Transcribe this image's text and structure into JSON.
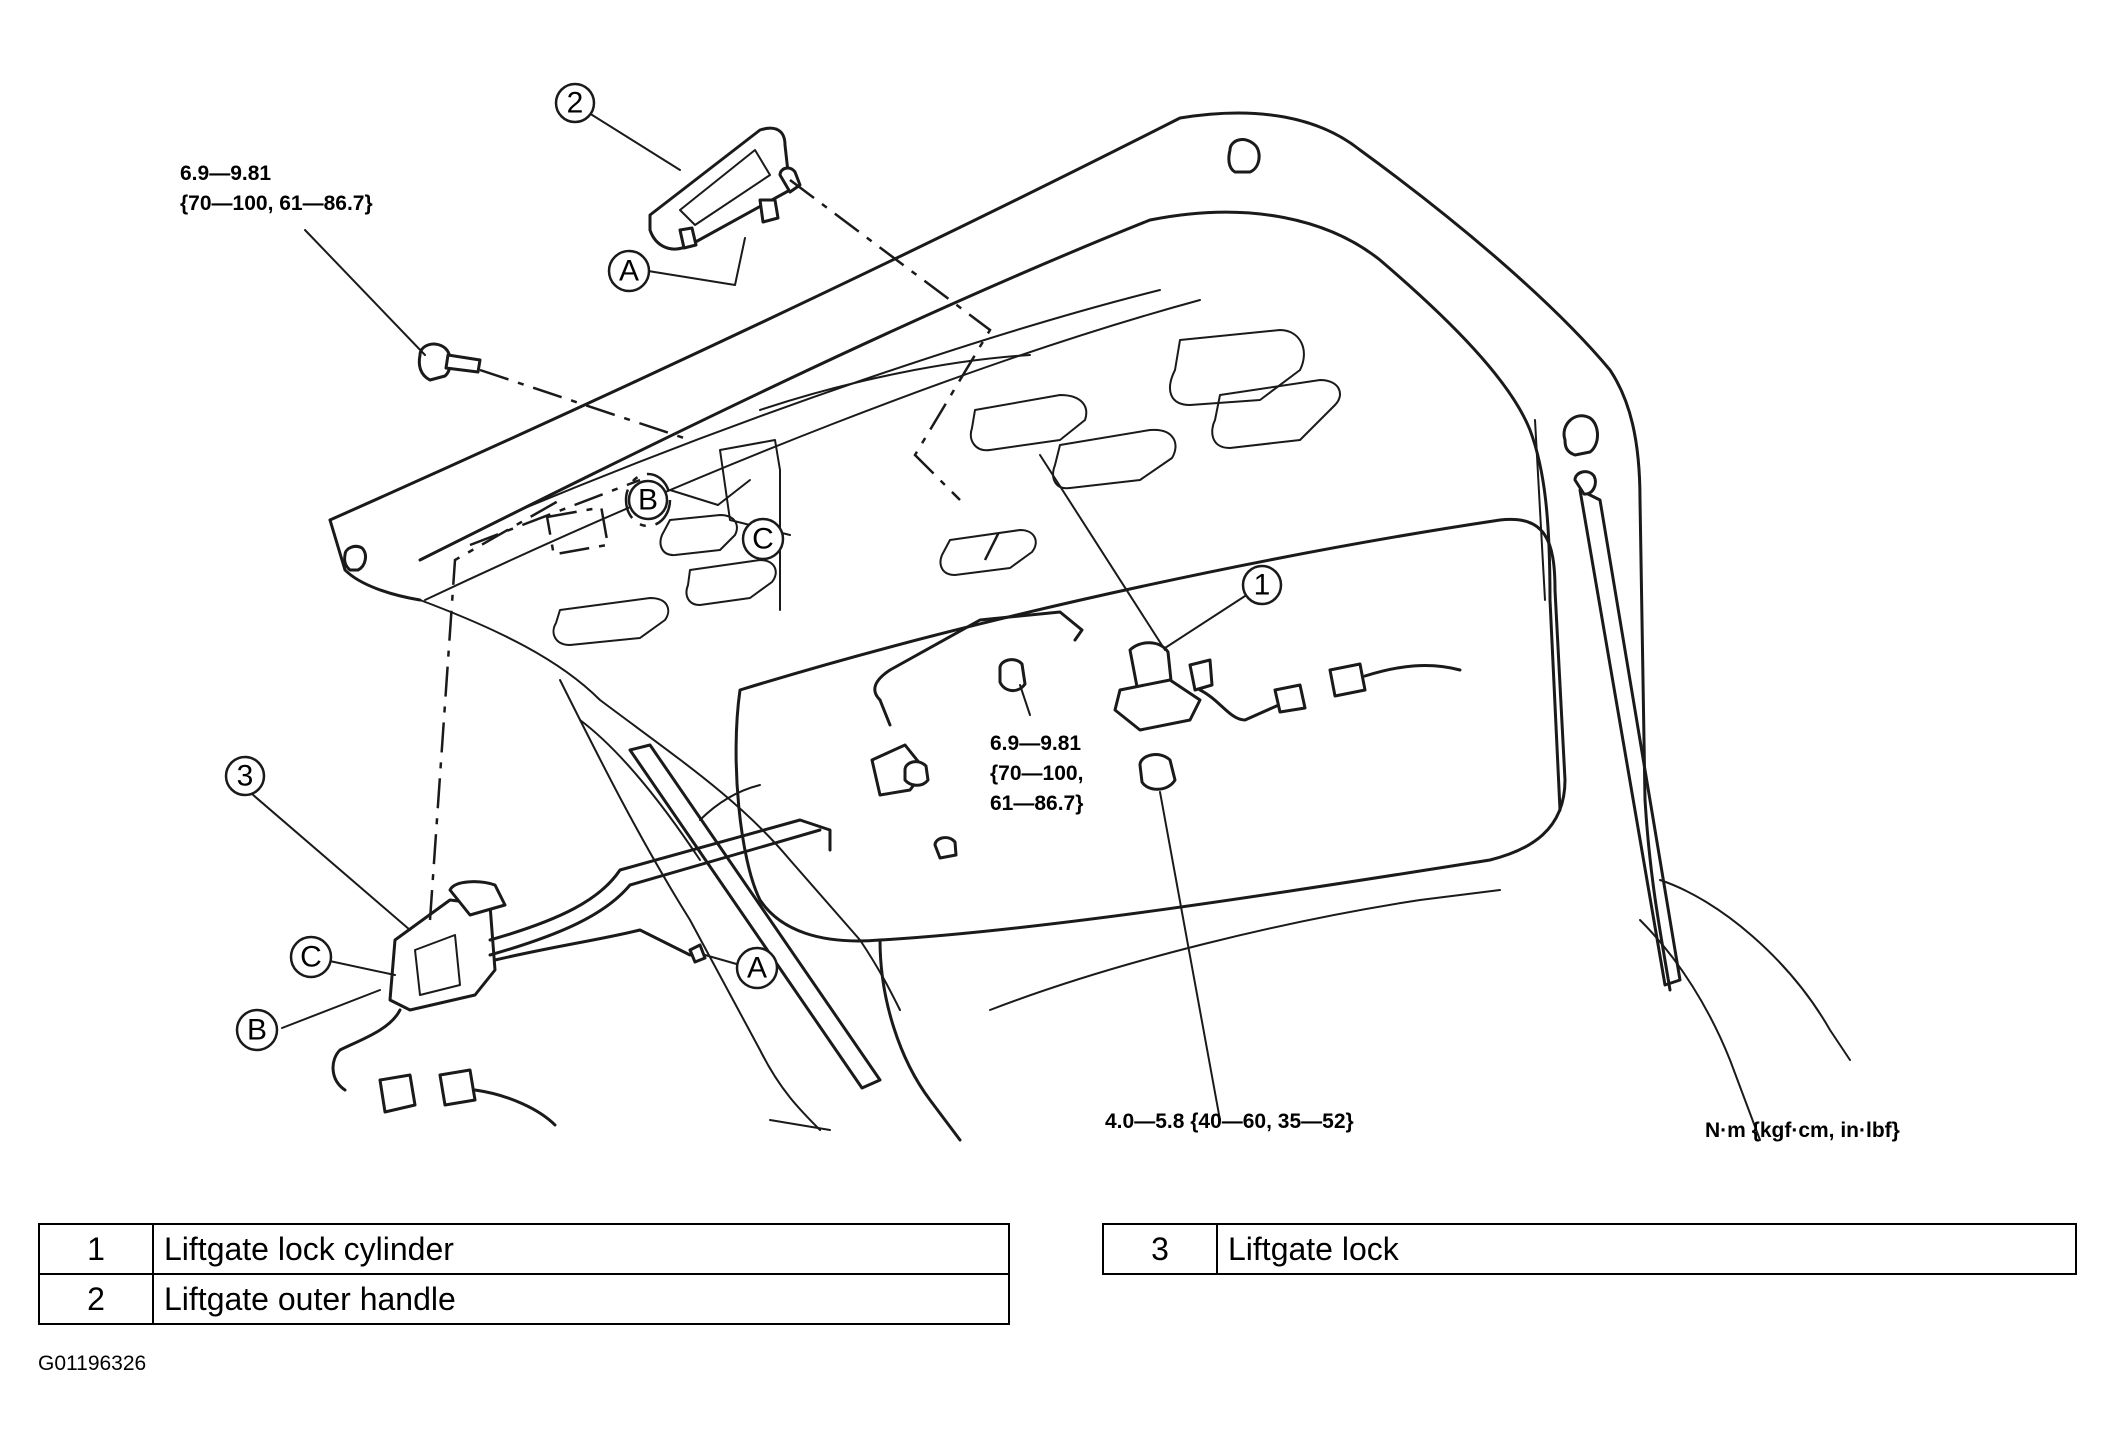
{
  "diagram": {
    "callouts": {
      "c1": "1",
      "c2": "2",
      "c3": "3",
      "a_top": "A",
      "a_lower": "A",
      "b_upper": "B",
      "b_lower": "B",
      "c_upper": "C",
      "c_lower": "C"
    },
    "torque_labels": {
      "handle_bolt_line1": "6.9—9.81",
      "handle_bolt_line2": "{70—100, 61—86.7}",
      "center_nut_line1": "6.9—9.81",
      "center_nut_line2": "{70—100,",
      "center_nut_line3": "61—86.7}",
      "cylinder_nut": "4.0—5.8 {40—60, 35—52}",
      "units": "N·m {kgf·cm, in·lbf}"
    }
  },
  "legend": {
    "left_rows": [
      {
        "num": "1",
        "name": "Liftgate lock cylinder"
      },
      {
        "num": "2",
        "name": "Liftgate outer handle"
      }
    ],
    "right_rows": [
      {
        "num": "3",
        "name": "Liftgate lock"
      }
    ]
  },
  "figure_code": "G01196326"
}
